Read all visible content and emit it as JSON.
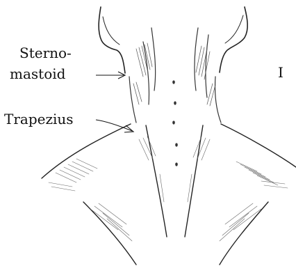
{
  "labels": {
    "sternomastoid_line1": "Sterno-",
    "sternomastoid_line2": "mastoid",
    "trapezius": "Trapezius",
    "clipped_right_edge": "I"
  }
}
